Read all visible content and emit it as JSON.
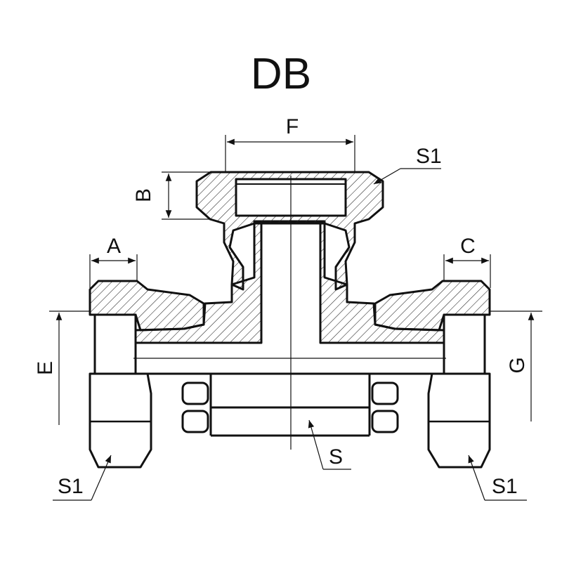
{
  "title": "DB",
  "dimensions": {
    "A": "A",
    "B": "B",
    "C": "C",
    "E": "E",
    "F": "F",
    "G": "G"
  },
  "callouts": {
    "s1_top": "S1",
    "s1_left": "S1",
    "s1_right": "S1",
    "s": "S"
  },
  "colors": {
    "line": "#111111",
    "background": "#ffffff"
  }
}
